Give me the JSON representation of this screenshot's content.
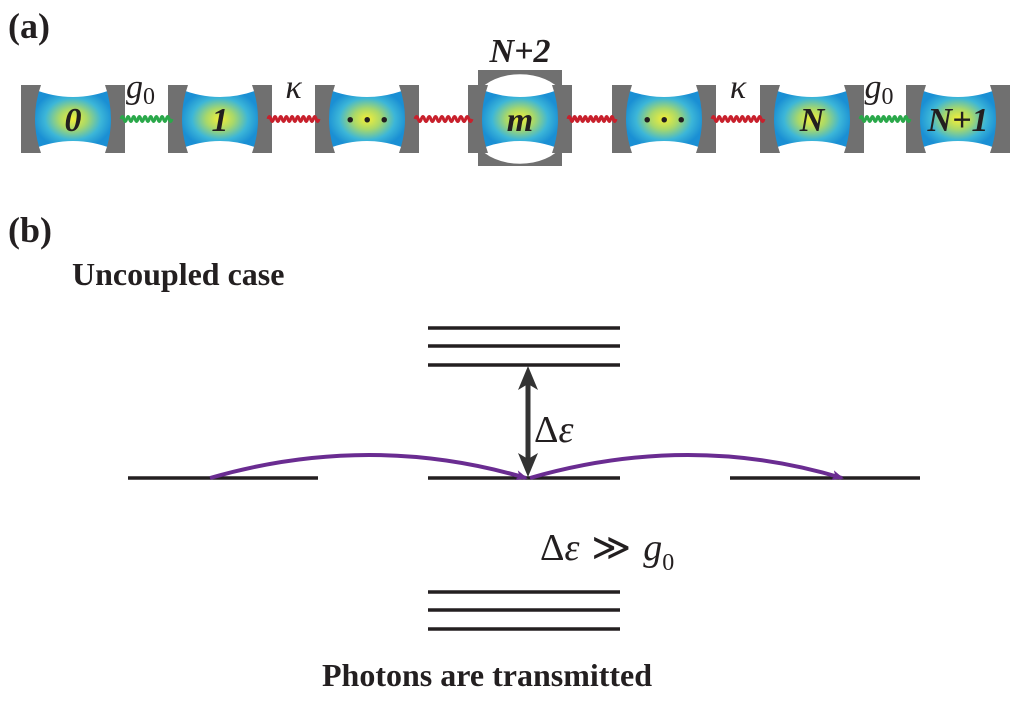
{
  "panel_a": {
    "label": "(a)",
    "cavities": [
      "0",
      "1",
      "· · ·",
      "m",
      "· · ·",
      "N",
      "N+1"
    ],
    "extra_cavity": "N+2",
    "couplings": [
      {
        "symbol": "g",
        "subscript": "0",
        "type": "weak"
      },
      {
        "symbol": "κ",
        "subscript": "",
        "type": "strong"
      },
      {
        "symbol": "",
        "subscript": "",
        "type": "strong"
      },
      {
        "symbol": "",
        "subscript": "",
        "type": "strong"
      },
      {
        "symbol": "κ",
        "subscript": "",
        "type": "strong"
      },
      {
        "symbol": "g",
        "subscript": "0",
        "type": "weak"
      }
    ],
    "colors": {
      "weak": "#2aa84a",
      "strong": "#c8202c",
      "mirror": "#707070",
      "mode_center": "#f2ee3a",
      "mode_edge": "#1e9fdc"
    }
  },
  "panel_b": {
    "label": "(b)",
    "heading": "Uncoupled case",
    "gap_delta": "Δ",
    "gap_eps": "ε",
    "condition": {
      "lhs_delta": "Δ",
      "lhs_eps": "ε",
      "relation": "≫",
      "rhs": "g",
      "rhs_sub": "0"
    },
    "caption": "Photons are transmitted",
    "arrow_color": "#6a2c91"
  }
}
